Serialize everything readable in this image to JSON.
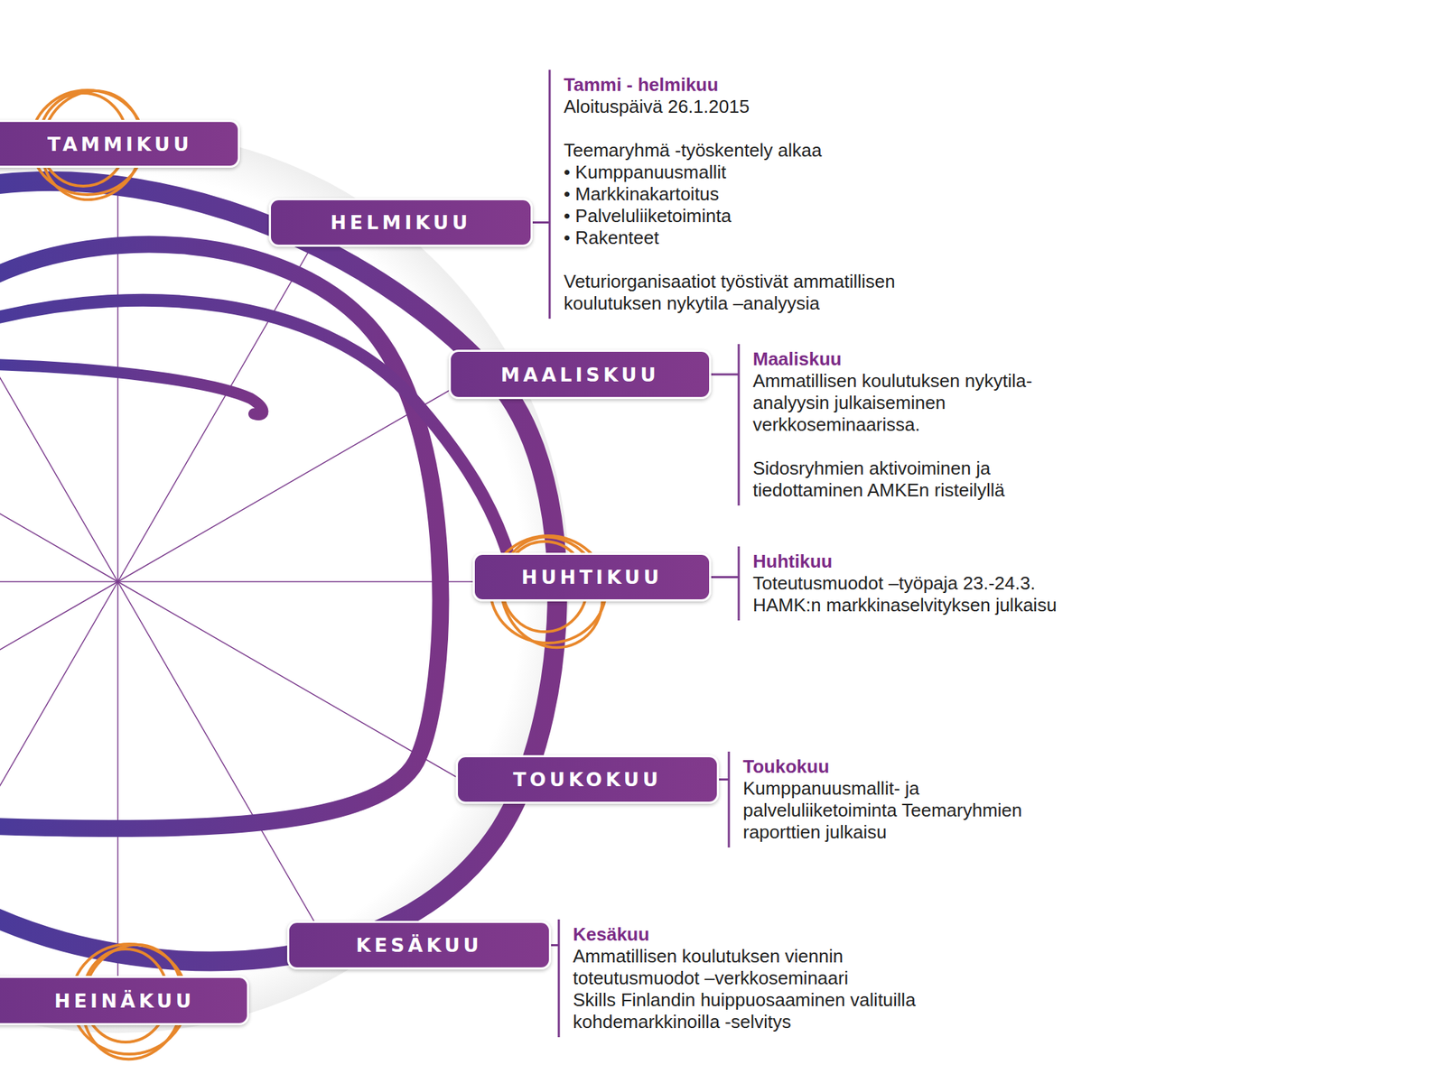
{
  "diagram": {
    "nodes": [
      {
        "text": [
          "TAMMIKUU"
        ]
      },
      {
        "text": [
          "HELMIKUU"
        ]
      },
      {
        "text": [
          "MAALISKUU"
        ]
      },
      {
        "text": [
          "HUHTIKUU"
        ]
      },
      {
        "text": [
          "TOUKOKUU"
        ]
      },
      {
        "text": [
          "KESÄKUU"
        ]
      },
      {
        "text": [
          "HEINÄKUU"
        ]
      }
    ],
    "labels": [
      "Tammi - helmikuu",
      "Aloituspäivä 26.1.2015",
      "Teemaryhmä -työskentely alkaa",
      "• Kumppanuusmallit",
      "• Markkinakartoitus",
      "• Palveluliiketoiminta",
      "• Rakenteet",
      "Veturiorganisaatiot työstivät ammatillisen koulutuksen nykytila –analyysia",
      "Maaliskuu",
      "Ammatillisen koulutuksen nykytila-analyysin julkaiseminen verkkoseminaarissa.",
      "Sidosryhmien aktivoiminen ja tiedottaminen AMKEn risteilyllä",
      "Huhtikuu",
      "Toteutusmuodot –työpaja 23.-24.3.",
      "HAMK:n markkinaselvityksen julkaisu",
      "Toukokuu",
      "Kumppanuusmallit- ja palveluliiketoiminta Teemaryhmien raporttien julkaisu",
      "Kesäkuu",
      "Ammatillisen koulutuksen viennin toteutusmuodot –verkkoseminaari",
      "Skills Finlandin huippuosaaminen valituilla kohdemarkkinoilla -selvitys"
    ]
  }
}
